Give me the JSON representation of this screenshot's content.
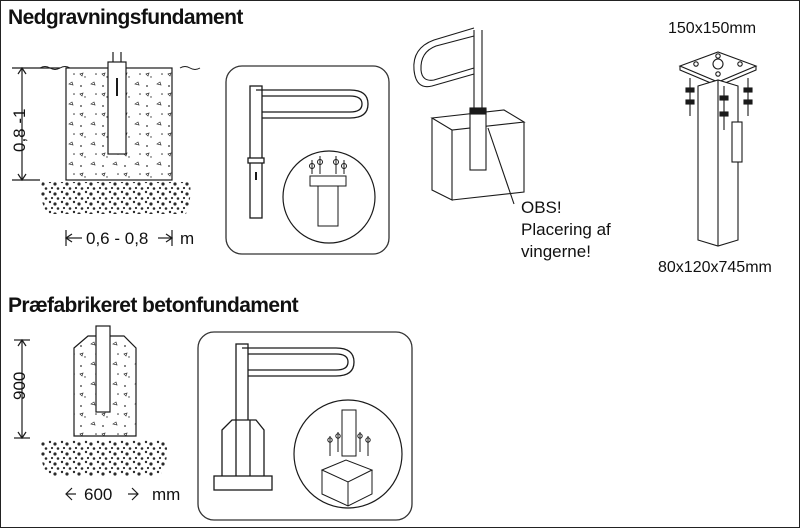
{
  "section1": {
    "title": "Nedgravningsfundament",
    "depth_label": "0,8 -1",
    "width_label": "0,6 - 0,8",
    "width_unit": "m",
    "note_lines": [
      "OBS!",
      "Placering af",
      "vingerne!"
    ],
    "plate_dim": "150x150mm",
    "post_dim": "80x120x745mm"
  },
  "section2": {
    "title": "Præfabrikeret betonfundament",
    "height_label": "900",
    "width_label": "600",
    "width_unit": "mm"
  },
  "colors": {
    "line": "#1a1a1a",
    "panel_border": "#333333",
    "gravel": "#2a2a2a"
  }
}
